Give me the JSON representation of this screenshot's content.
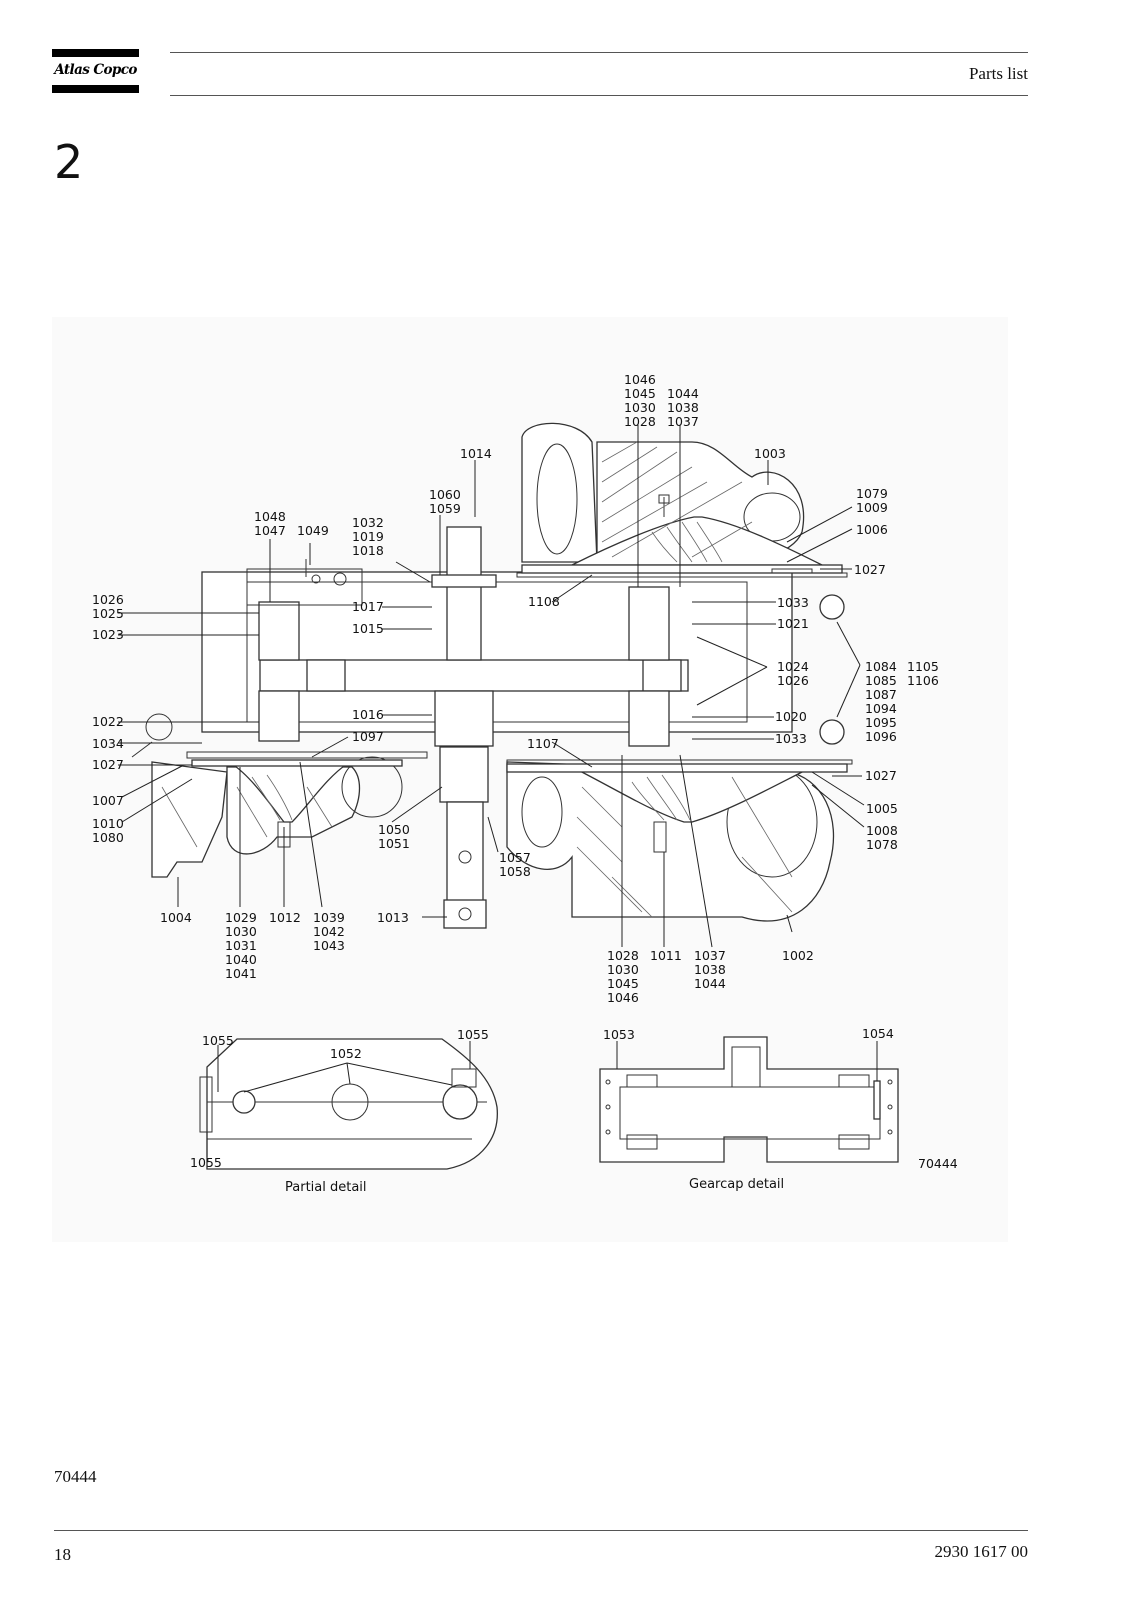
{
  "header": {
    "brand": "Atlas Copco",
    "section": "Parts list"
  },
  "chapter_number": "2",
  "figure": {
    "drawing_number": "70444",
    "captions": [
      "Partial detail",
      "Gearcap detail"
    ],
    "callouts": {
      "c1046g": [
        "1046",
        "1045",
        "1030",
        "1028"
      ],
      "c1044g": [
        "1044",
        "1038",
        "1037"
      ],
      "c1014": [
        "1014"
      ],
      "c1003": [
        "1003"
      ],
      "c1060": [
        "1060",
        "1059"
      ],
      "c1079": [
        "1079",
        "1009"
      ],
      "c1048": [
        "1048",
        "1047"
      ],
      "c1049": [
        "1049"
      ],
      "c1032": [
        "1032",
        "1019",
        "1018"
      ],
      "c1006": [
        "1006"
      ],
      "c1027a": [
        "1027"
      ],
      "c1026a": [
        "1026",
        "1025"
      ],
      "c1017": [
        "1017"
      ],
      "c1108": [
        "1108"
      ],
      "c1033a": [
        "1033"
      ],
      "c1023": [
        "1023"
      ],
      "c1015": [
        "1015"
      ],
      "c1021": [
        "1021"
      ],
      "c1024": [
        "1024",
        "1026"
      ],
      "c1084": [
        "1084",
        "1085",
        "1087",
        "1094",
        "1095",
        "1096"
      ],
      "c1105": [
        "1105",
        "1106"
      ],
      "c1022": [
        "1022"
      ],
      "c1016": [
        "1016"
      ],
      "c1020": [
        "1020"
      ],
      "c1097": [
        "1097"
      ],
      "c1034": [
        "1034"
      ],
      "c1107": [
        "1107"
      ],
      "c1033b": [
        "1033"
      ],
      "c1027b": [
        "1027"
      ],
      "c1027c": [
        "1027"
      ],
      "c1007": [
        "1007"
      ],
      "c1005": [
        "1005"
      ],
      "c1010": [
        "1010",
        "1080"
      ],
      "c1008": [
        "1008",
        "1078"
      ],
      "c1050": [
        "1050",
        "1051"
      ],
      "c1057": [
        "1057",
        "1058"
      ],
      "c1004": [
        "1004"
      ],
      "c1029": [
        "1029",
        "1030",
        "1031",
        "1040",
        "1041"
      ],
      "c1012": [
        "1012"
      ],
      "c1039": [
        "1039",
        "1042",
        "1043"
      ],
      "c1013": [
        "1013"
      ],
      "c1028b": [
        "1028",
        "1030",
        "1045",
        "1046"
      ],
      "c1011": [
        "1011"
      ],
      "c1037b": [
        "1037",
        "1038",
        "1044"
      ],
      "c1002": [
        "1002"
      ],
      "c1055a": [
        "1055"
      ],
      "c1055b": [
        "1055"
      ],
      "c1052": [
        "1052"
      ],
      "c1055c": [
        "1055"
      ],
      "c1053": [
        "1053"
      ],
      "c1054": [
        "1054"
      ],
      "c70444": [
        "70444"
      ]
    }
  },
  "footer": {
    "figure_ref": "70444",
    "page_number": "18",
    "doc_number": "2930 1617 00"
  }
}
